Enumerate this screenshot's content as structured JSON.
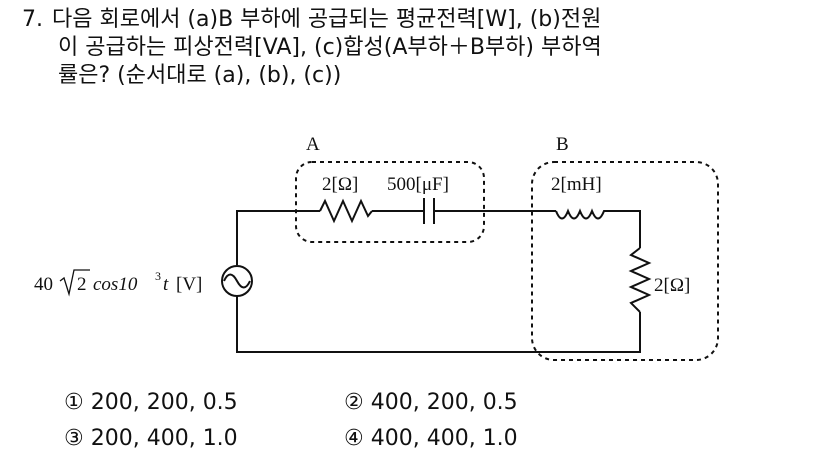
{
  "question": {
    "number": "7.",
    "lines": [
      "다음 회로에서 (a)B 부하에 공급되는 평균전력[W], (b)전원",
      "이 공급하는 피상전력[VA], (c)합성(A부하＋B부하) 부하역",
      "률은? (순서대로 (a), (b), (c))"
    ]
  },
  "circuit": {
    "label_a": "A",
    "label_b": "B",
    "resistor_a": "2[Ω]",
    "capacitor_a": "500[μF]",
    "inductor_b": "2[mH]",
    "resistor_b": "2[Ω]",
    "source_coef": "40",
    "source_sqrt": "2",
    "source_func": "cos10",
    "source_exp": "3",
    "source_var": "t",
    "source_unit": "[V]"
  },
  "choices": [
    {
      "mark": "①",
      "text": "200, 200, 0.5"
    },
    {
      "mark": "②",
      "text": "400, 200, 0.5"
    },
    {
      "mark": "③",
      "text": "200, 400, 1.0"
    },
    {
      "mark": "④",
      "text": "400, 400, 1.0"
    }
  ]
}
